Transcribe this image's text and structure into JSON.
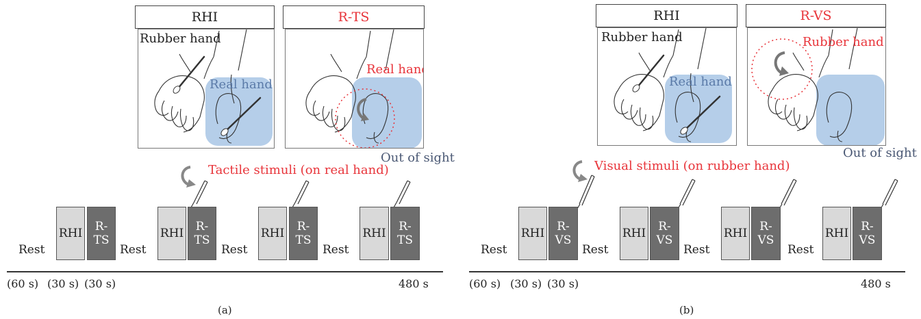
{
  "panels": [
    {
      "id": "a",
      "caption": "(a)",
      "left_header": "RHI",
      "right_header": "R-TS",
      "left_frame": {
        "rubber_label": "Rubber hand",
        "real_label": "Real hand"
      },
      "right_frame": {
        "highlight_label": "Real hand"
      },
      "out_of_sight": "Out of sight",
      "stimulus_label": "Tactile stimuli (on real hand)",
      "timeline": {
        "rest_label": "Rest",
        "block_a": "RHI",
        "block_b_line1": "R-",
        "block_b_line2": "TS",
        "durations": [
          "(60 s)",
          "(30 s)",
          "(30 s)"
        ],
        "end_time": "480 s"
      }
    },
    {
      "id": "b",
      "caption": "(b)",
      "left_header": "RHI",
      "right_header": "R-VS",
      "left_frame": {
        "rubber_label": "Rubber hand",
        "real_label": "Real hand"
      },
      "right_frame": {
        "highlight_label": "Rubber hand"
      },
      "out_of_sight": "Out of sight",
      "stimulus_label": "Visual stimuli (on rubber hand)",
      "timeline": {
        "rest_label": "Rest",
        "block_a": "RHI",
        "block_b_line1": "R-",
        "block_b_line2": "VS",
        "durations": [
          "(60 s)",
          "(30 s)",
          "(30 s)"
        ],
        "end_time": "480 s"
      }
    }
  ],
  "colors": {
    "accent_red": "#e8343a",
    "real_hand_blue": "#5a7aa8",
    "block_light": "#d9d9d9",
    "block_dark": "#6d6d6d"
  }
}
